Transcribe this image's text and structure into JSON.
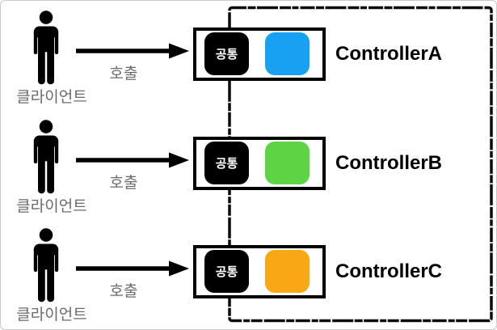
{
  "diagram": {
    "description_labels": {
      "client": "클라이언트",
      "call": "호출",
      "common": "공통"
    },
    "colors": {
      "blue": "#18A0F2",
      "green": "#5CD444",
      "orange": "#F9A815",
      "muted_text": "#6b6b6b",
      "black": "#000000",
      "page_border": "#c9c9c9"
    },
    "rows": [
      {
        "controller": "ControllerA",
        "module_color": "#18A0F2"
      },
      {
        "controller": "ControllerB",
        "module_color": "#5CD444"
      },
      {
        "controller": "ControllerC",
        "module_color": "#F9A815"
      }
    ]
  },
  "labels": {
    "client": "클라이언트",
    "call": "호출",
    "common": "공통"
  },
  "rows": [
    {
      "controller": "ControllerA",
      "module_color": "#18A0F2"
    },
    {
      "controller": "ControllerB",
      "module_color": "#5CD444"
    },
    {
      "controller": "ControllerC",
      "module_color": "#F9A815"
    }
  ]
}
